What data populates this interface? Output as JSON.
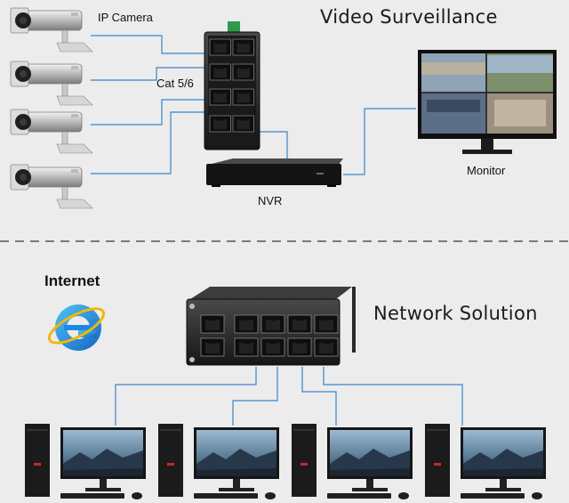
{
  "top": {
    "section_title": "Video Surveillance",
    "ip_camera_label": "IP Camera",
    "cable_label": "Cat 5/6",
    "nvr_label": "NVR",
    "monitor_label": "Monitor"
  },
  "bottom": {
    "section_title": "Network Solution",
    "internet_label": "Internet"
  },
  "colors": {
    "background": "#ececec",
    "link_line": "#3a86c8",
    "divider": "#7a7a7a",
    "device_dark": "#1c1c1c",
    "internet_blue": "#1e88e5"
  },
  "icons": [
    "ip-camera-icon",
    "ethernet-switch-icon",
    "nvr-icon",
    "monitor-icon",
    "internet-explorer-icon",
    "desktop-pc-icon"
  ]
}
